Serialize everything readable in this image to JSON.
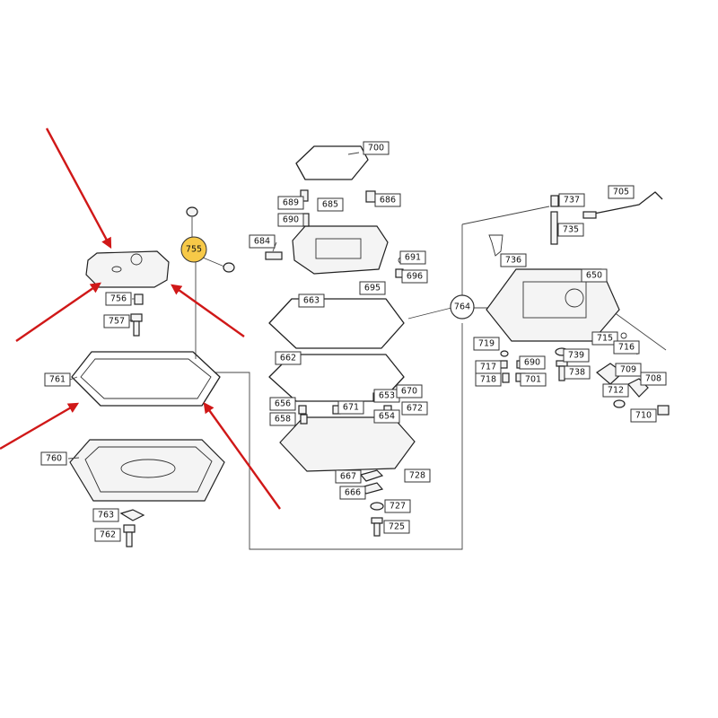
{
  "highlight_color": "#f7c948",
  "arrow_color": "#d01818",
  "callouts": {
    "c755": "755",
    "c756": "756",
    "c757": "757",
    "c761": "761",
    "c760": "760",
    "c763": "763",
    "c762": "762",
    "c700": "700",
    "c689": "689",
    "c685": "685",
    "c686": "686",
    "c690": "690",
    "c684": "684",
    "c691": "691",
    "c696": "696",
    "c695": "695",
    "c663": "663",
    "c662": "662",
    "c656": "656",
    "c658": "658",
    "c671": "671",
    "c653": "653",
    "c670": "670",
    "c654": "654",
    "c672": "672",
    "c667": "667",
    "c728": "728",
    "c666": "666",
    "c727": "727",
    "c725": "725",
    "c764": "764",
    "c737": "737",
    "c705": "705",
    "c735": "735",
    "c736": "736",
    "c650": "650",
    "c719": "719",
    "c717": "717",
    "c690b": "690",
    "c718": "718",
    "c701": "701",
    "c739": "739",
    "c715": "715",
    "c716": "716",
    "c738": "738",
    "c709": "709",
    "c712": "712",
    "c708": "708",
    "c710": "710"
  }
}
